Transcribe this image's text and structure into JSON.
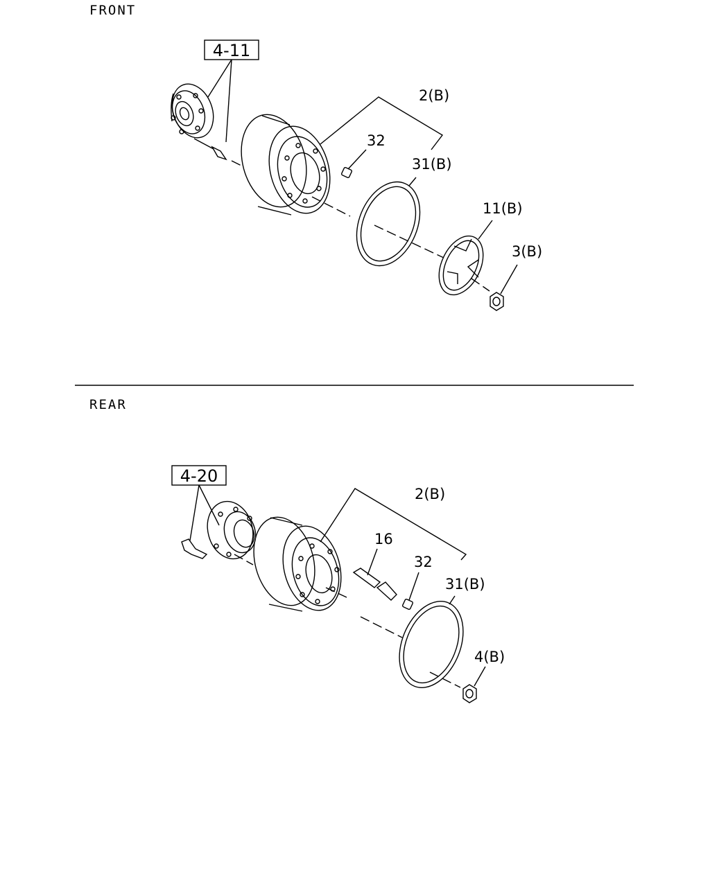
{
  "sections": {
    "front": {
      "heading": "FRONT",
      "ref_box": "4-11",
      "callouts": {
        "wheel": "2(B)",
        "valve_cap": "32",
        "tire_flap": "31(B)",
        "hub_cap": "11(B)",
        "nut": "3(B)"
      }
    },
    "rear": {
      "heading": "REAR",
      "ref_box": "4-20",
      "callouts": {
        "wheel": "2(B)",
        "valve_ext": "16",
        "valve_cap": "32",
        "tire_flap": "31(B)",
        "nut": "4(B)"
      }
    }
  },
  "colors": {
    "line": "#000000",
    "background": "#ffffff"
  }
}
